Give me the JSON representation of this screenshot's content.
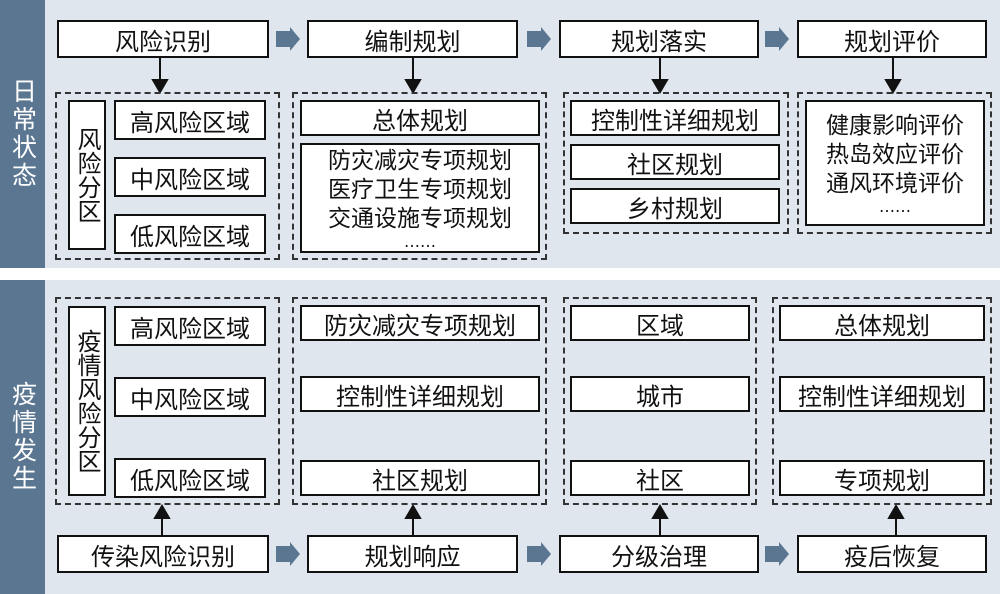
{
  "rows": {
    "normal": {
      "label": "日常状态"
    },
    "epidemic": {
      "label": "疫情发生"
    }
  },
  "top": {
    "headers": [
      "风险识别",
      "编制规划",
      "规划落实",
      "规划评价"
    ],
    "col1": {
      "vlabel": "风险分区",
      "items": [
        "高风险区域",
        "中风险区域",
        "低风险区域"
      ]
    },
    "col2": {
      "main": "总体规划",
      "list": [
        "防灾减灾专项规划",
        "医疗卫生专项规划",
        "交通设施专项规划",
        "……"
      ]
    },
    "col3": {
      "items": [
        "控制性详细规划",
        "社区规划",
        "乡村规划"
      ]
    },
    "col4": {
      "list": [
        "健康影响评价",
        "热岛效应评价",
        "通风环境评价",
        "……"
      ]
    }
  },
  "bottom": {
    "footers": [
      "传染风险识别",
      "规划响应",
      "分级治理",
      "疫后恢复"
    ],
    "col1": {
      "vlabel": "疫情风险分区",
      "items": [
        "高风险区域",
        "中风险区域",
        "低风险区域"
      ]
    },
    "col2": {
      "items": [
        "防灾减灾专项规划",
        "控制性详细规划",
        "社区规划"
      ]
    },
    "col3": {
      "items": [
        "区域",
        "城市",
        "社区"
      ]
    },
    "col4": {
      "items": [
        "总体规划",
        "控制性详细规划",
        "专项规划"
      ]
    }
  },
  "colors": {
    "band": "#dfe6ee",
    "side": "#5a7691",
    "arrow": "#5a7691"
  }
}
